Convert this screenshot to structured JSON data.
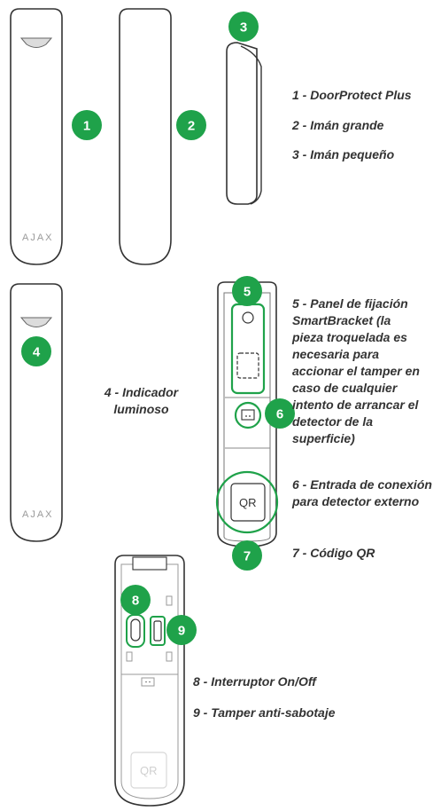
{
  "callouts": {
    "c1": "1",
    "c2": "2",
    "c3": "3",
    "c4": "4",
    "c5": "5",
    "c6": "6",
    "c7": "7",
    "c8": "8",
    "c9": "9"
  },
  "device_text": {
    "logo": "AJAX",
    "qr": "QR"
  },
  "labels": {
    "l1": "1 - DoorProtect Plus",
    "l2": "2 - Imán grande",
    "l3": "3 - Imán pequeño",
    "l4": "4 - Indicador luminoso",
    "l5": "5 - Panel de fijación SmartBracket (la pieza troquelada es necesaria para accionar el tamper en caso de cualquier intento de arrancar el detector de la superficie)",
    "l6": "6 - Entrada de conexión para detector externo",
    "l7": "7 - Código QR",
    "l8": "8 - Interruptor On/Off",
    "l9": "9 - Tamper anti-sabotaje"
  },
  "colors": {
    "accent_green": "#1fa24a",
    "outline": "#333333"
  }
}
